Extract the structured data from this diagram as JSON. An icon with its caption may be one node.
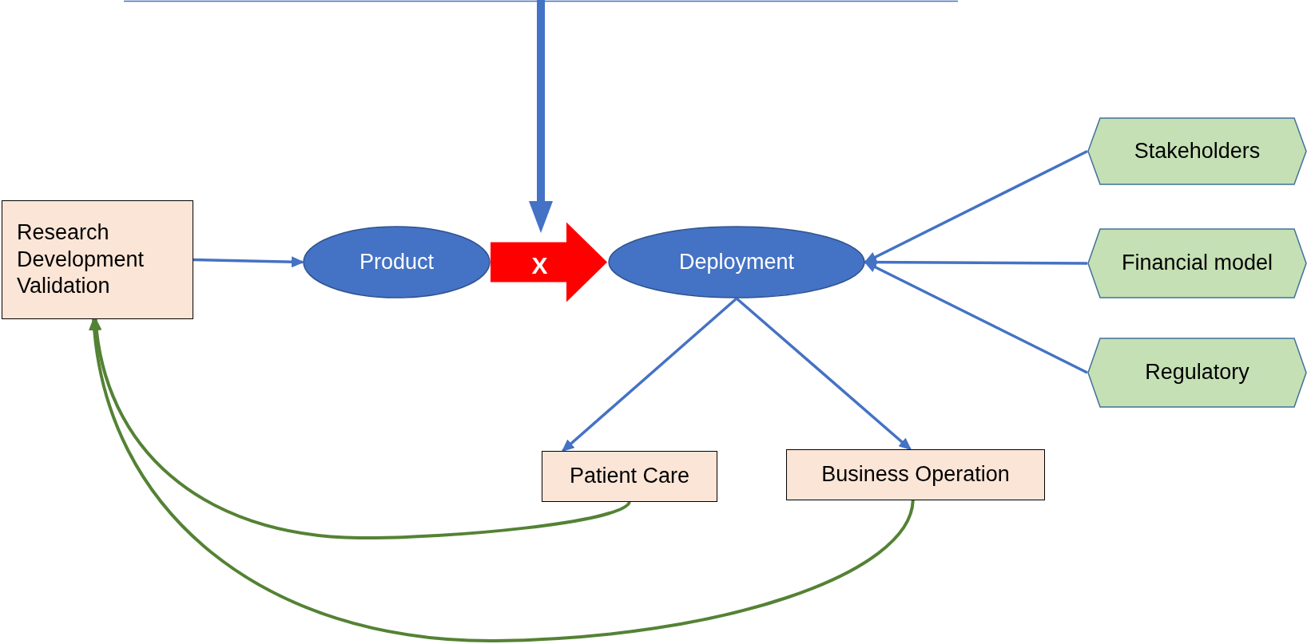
{
  "diagram": {
    "nodes": [
      {
        "text": [
          "Research Development Validation"
        ]
      },
      {
        "text": [
          "Product"
        ]
      },
      {
        "text": [
          "Deployment"
        ]
      },
      {
        "text": [
          "Stakeholders"
        ]
      },
      {
        "text": [
          "Financial model"
        ]
      },
      {
        "text": [
          "Regulatory"
        ]
      },
      {
        "text": [
          "Patient Care"
        ]
      },
      {
        "text": [
          "Business Operation"
        ]
      }
    ],
    "edges": [
      {
        "from": 0,
        "to": 1,
        "arrow": "to"
      },
      {
        "from": 1,
        "to": 2,
        "arrow": "to",
        "label": "X",
        "style": "thick",
        "color": "#ff0000"
      },
      {
        "from": 3,
        "to": 2,
        "arrow": "to"
      },
      {
        "from": 4,
        "to": 2,
        "arrow": "to"
      },
      {
        "from": 5,
        "to": 2,
        "arrow": "to"
      },
      {
        "from": 2,
        "to": 6,
        "arrow": "to"
      },
      {
        "from": 2,
        "to": 7,
        "arrow": "to"
      },
      {
        "from": 6,
        "to": 0,
        "arrow": "to",
        "color": "#548235"
      },
      {
        "from": 7,
        "to": 0,
        "arrow": "to",
        "color": "#548235"
      }
    ]
  }
}
